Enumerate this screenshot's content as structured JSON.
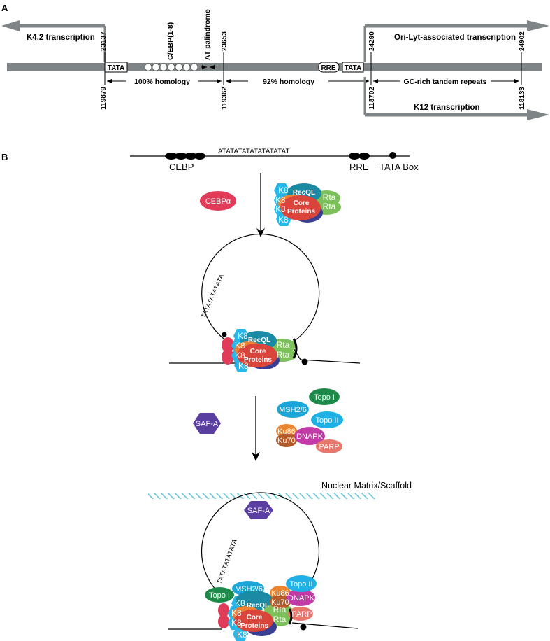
{
  "panel_a": {
    "label": "A",
    "k42": "K4.2  transcription",
    "orilyt": "Ori-Lyt-associated transcription",
    "k12": "K12  transcription",
    "tata_left": "TATA",
    "tata_right": "TATA",
    "rre": "RRE",
    "cebp_sites": "C/EBP(1-8)",
    "at_palindrome": "AT palindrome",
    "homology_100": "100% homology",
    "homology_92": "92% homology",
    "gc_repeats": "GC-rich  tandem repeats",
    "coords_top": [
      "23137",
      "23653",
      "24290",
      "24902"
    ],
    "coords_bottom": [
      "119879",
      "119362",
      "118702",
      "118133"
    ]
  },
  "panel_b": {
    "label": "B",
    "at_seq": "ATATATATATATATATAT",
    "cebp": "CEBP",
    "rre": "RRE",
    "tata_box": "TATA Box",
    "cebpa": "CEBPα",
    "loop_seq": "TATATATATATA",
    "k8": "K8",
    "recql": "RecQL",
    "rta": "Rta",
    "core": "Core",
    "proteins": "Proteins",
    "saf_a": "SAF-A",
    "msh": "MSH2/6",
    "topo1": "Topo I",
    "topo2": "Topo II",
    "ku86": "Ku86",
    "ku70": "Ku70",
    "dnapk": "DNAPK",
    "parp": "PARP",
    "nuclear_matrix": "Nuclear Matrix/Scaffold"
  },
  "colors": {
    "dna_bar": "#7f8487",
    "k8": "#29b6e8",
    "recql": "#1b8aa5",
    "rta": "#7cc05a",
    "core": "#d9453a",
    "core_orange": "#ee8132",
    "proteins_blue": "#3a3f93",
    "cebpa": "#e03c5a",
    "saf_a": "#5a3ea0",
    "topo1": "#1d8a4a",
    "topo2": "#1fb0e6",
    "msh": "#1aa6d9",
    "ku86": "#e9852e",
    "ku70": "#b45a28",
    "dnapk": "#c23aa5",
    "parp": "#e8766b",
    "matrix": "#5ec6d9"
  }
}
